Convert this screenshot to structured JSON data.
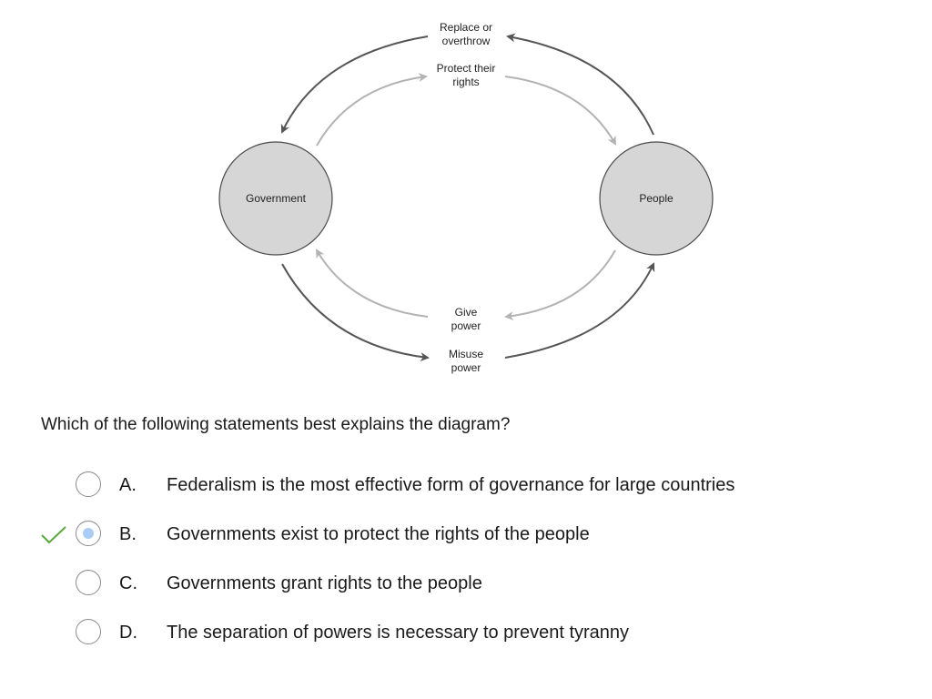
{
  "diagram": {
    "nodes": {
      "government": "Government",
      "people": "People"
    },
    "labels": {
      "replace_line1": "Replace or",
      "replace_line2": "overthrow",
      "protect_line1": "Protect their",
      "protect_line2": "rights",
      "give_line1": "Give",
      "give_line2": "power",
      "misuse_line1": "Misuse",
      "misuse_line2": "power"
    },
    "colors": {
      "dark_arrow": "#555555",
      "light_arrow": "#b3b3b3",
      "node_fill": "#d6d6d6",
      "node_stroke": "#4a4a4a"
    }
  },
  "question": "Which of the following statements best explains the diagram?",
  "options": [
    {
      "letter": "A.",
      "text": "Federalism is the most effective form of governance for large countries",
      "selected": false,
      "correct": false
    },
    {
      "letter": "B.",
      "text": "Governments exist to protect the rights of the people",
      "selected": true,
      "correct": true
    },
    {
      "letter": "C.",
      "text": "Governments grant rights to the people",
      "selected": false,
      "correct": false
    },
    {
      "letter": "D.",
      "text": "The separation of powers is necessary to prevent tyranny",
      "selected": false,
      "correct": false
    }
  ],
  "colors": {
    "check": "#5aa83c",
    "radio_dot": "#a9cdf5",
    "radio_border": "#8a8a8a"
  }
}
